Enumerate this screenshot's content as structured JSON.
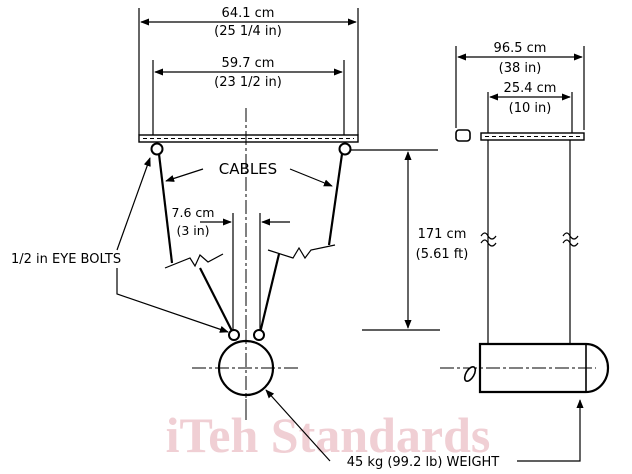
{
  "watermark": "iTeh Standards",
  "labels": {
    "dim_outer_cm": "64.1 cm",
    "dim_outer_in": "(25 1/4 in)",
    "dim_inner_cm": "59.7 cm",
    "dim_inner_in": "(23 1/2 in)",
    "dim_side_outer_cm": "96.5 cm",
    "dim_side_outer_in": "(38 in)",
    "dim_side_inner_cm": "25.4 cm",
    "dim_side_inner_in": "(10 in)",
    "cables": "CABLES",
    "gap_cm": "7.6 cm",
    "gap_in": "(3 in)",
    "eye_bolts": "1/2 in EYE BOLTS",
    "height_cm": "171 cm",
    "height_ft": "(5.61 ft)",
    "weight": "45 kg (99.2 lb) WEIGHT"
  }
}
